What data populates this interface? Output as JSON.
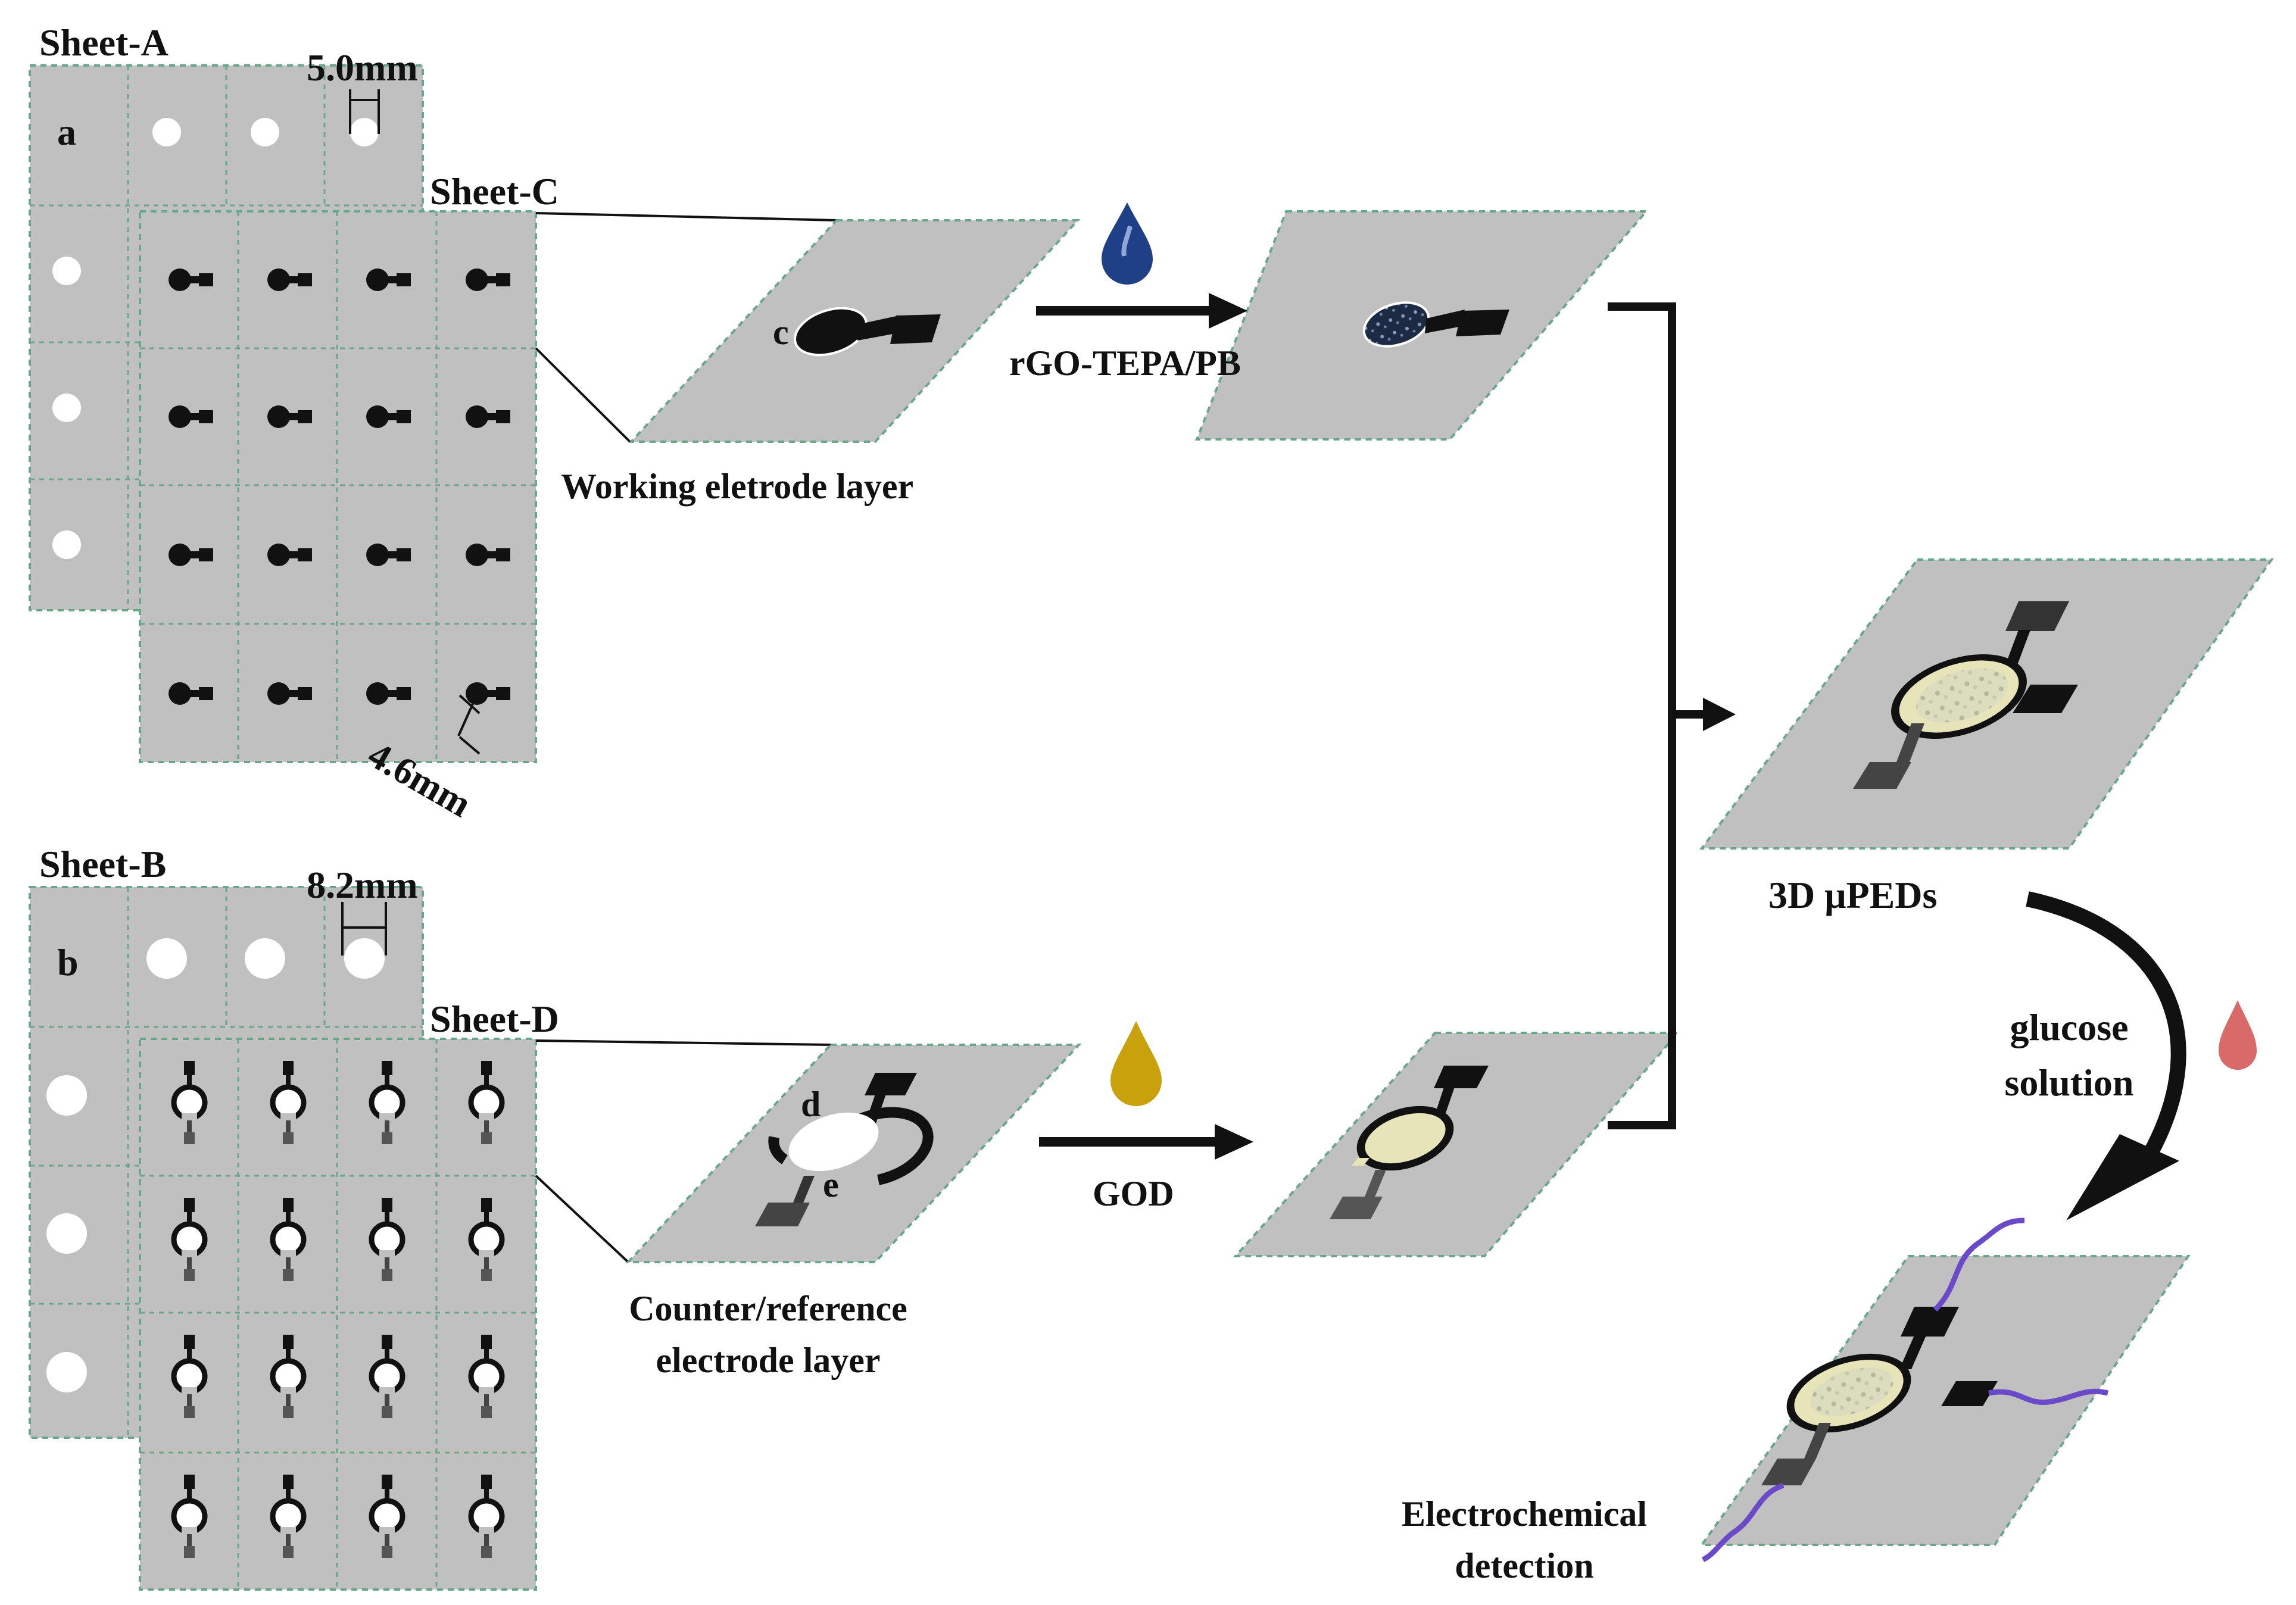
{
  "labels": {
    "sheet_a": "Sheet-A",
    "sheet_b": "Sheet-B",
    "sheet_c": "Sheet-C",
    "sheet_d": "Sheet-D",
    "dim_a": "5.0mm",
    "dim_c": "4.6mm",
    "dim_b": "8.2mm",
    "letter_a": "a",
    "letter_b": "b",
    "letter_c": "c",
    "letter_d": "d",
    "letter_e": "e",
    "working_layer": "Working eletrode layer",
    "counter_layer_line1": "Counter/reference",
    "counter_layer_line2": "electrode layer",
    "rgo": "rGO-TEPA/PB",
    "god": "GOD",
    "pe_ds": "3D μPEDs",
    "glucose_line1": "glucose",
    "glucose_line2": "solution",
    "echem_line1": "Electrochemical",
    "echem_line2": "detection"
  },
  "colors": {
    "sheet": "#c0c0c0",
    "sheet_border": "#6aa78a",
    "electrode": "#111111",
    "reference": "#555555",
    "drop_blue": "#1f3f86",
    "drop_yellow": "#c9a10c",
    "drop_red": "#d96a6a",
    "enzyme": "#e6e4b8",
    "wire": "#6a4ac9"
  }
}
